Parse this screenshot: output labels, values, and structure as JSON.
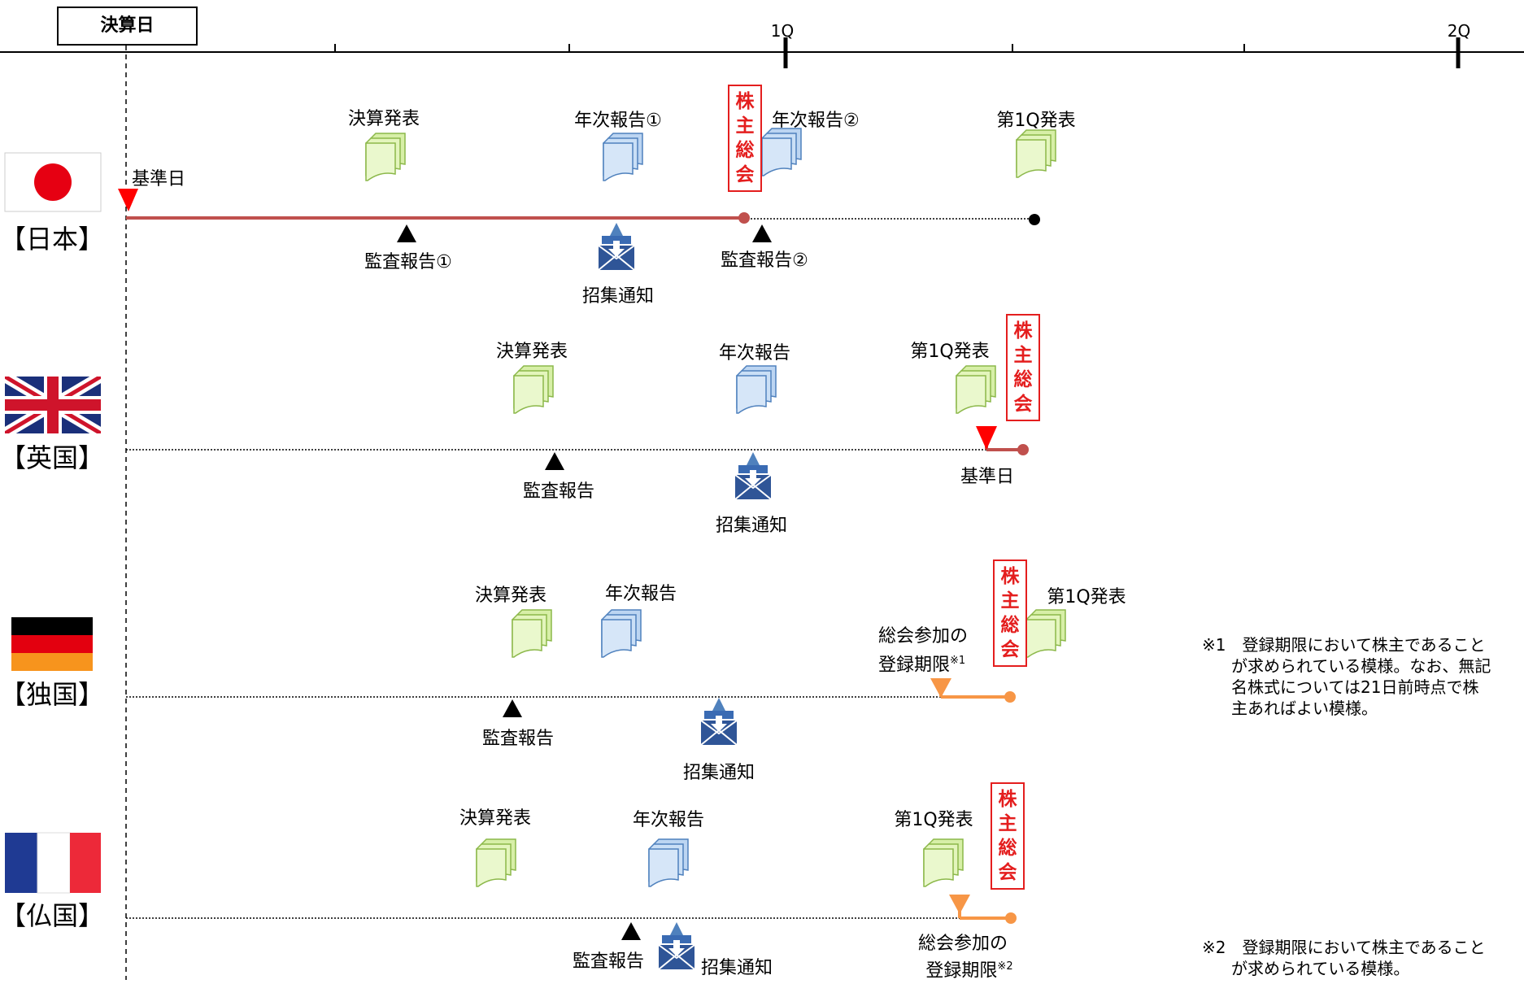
{
  "header": {
    "decision_day": "決算日",
    "q1": "1Q",
    "q2": "2Q"
  },
  "countries": {
    "japan": "【日本】",
    "uk": "【英国】",
    "germany": "【独国】",
    "france": "【仏国】"
  },
  "agm": [
    "株",
    "主",
    "総",
    "会"
  ],
  "japan": {
    "record_date": "基準日",
    "earnings": "決算発表",
    "annual_report_1": "年次報告①",
    "annual_report_2": "年次報告②",
    "q1_release": "第1Q発表",
    "audit_1": "監査報告①",
    "audit_2": "監査報告②",
    "notice": "招集通知"
  },
  "uk": {
    "earnings": "決算発表",
    "annual_report": "年次報告",
    "q1_release": "第1Q発表",
    "audit": "監査報告",
    "notice": "招集通知",
    "record_date": "基準日"
  },
  "germany": {
    "earnings": "決算発表",
    "annual_report": "年次報告",
    "q1_release": "第1Q発表",
    "registration_line1": "総会参加の",
    "registration_line2": "登録期限",
    "registration_mark": "※1",
    "audit": "監査報告",
    "notice": "招集通知"
  },
  "france": {
    "earnings": "決算発表",
    "annual_report": "年次報告",
    "q1_release": "第1Q発表",
    "audit": "監査報告",
    "notice": "招集通知",
    "registration_line1": "総会参加の",
    "registration_line2": "登録期限",
    "registration_mark": "※2"
  },
  "notes": {
    "note1": [
      "※1　登録期限において株主であること",
      "が求められている模様。なお、無記",
      "名株式については21日前時点で株",
      "主あればよい模様。"
    ],
    "note2": [
      "※2　登録期限において株主であること",
      "が求められている模様。"
    ]
  },
  "colors": {
    "agm_red": "#e41e1e",
    "japan_line": "#c0504d",
    "germany_line": "#f79646",
    "earnings_doc": "#d7efa7",
    "annual_doc": "#bcd5f2",
    "notice_blue": "#2f5597"
  },
  "icons": {
    "document": "document-stack-icon",
    "notice": "envelope-download-icon",
    "audit": "triangle-marker-icon",
    "record": "down-triangle-icon"
  }
}
